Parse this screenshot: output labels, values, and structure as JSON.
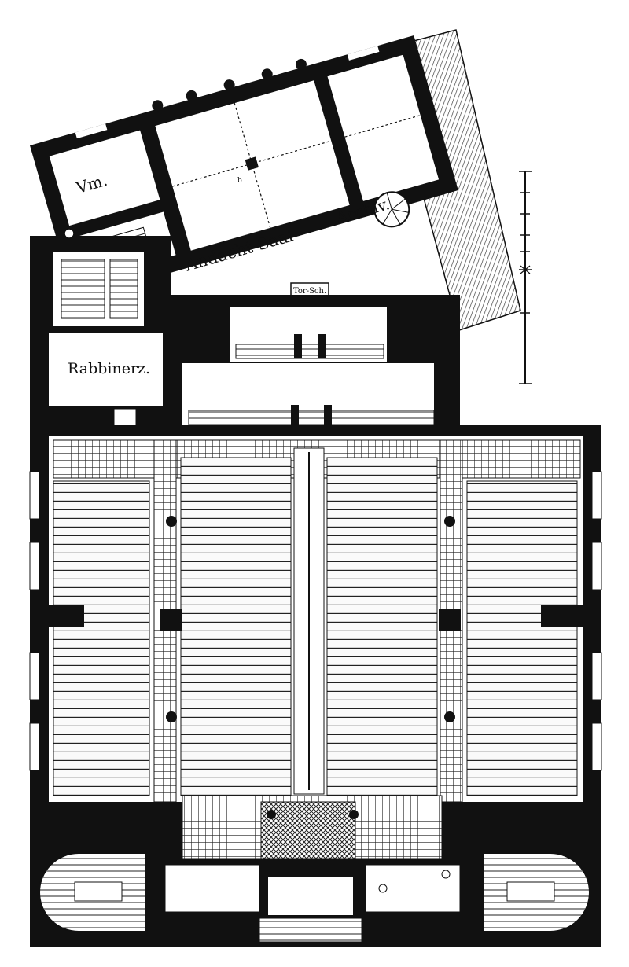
{
  "labels": {
    "vm": "Vm.",
    "andacht_saal": "Andacht-Saal",
    "archiv": "Archiv.",
    "tor_sch": "Tor-Sch.",
    "rabbinerz": "Rabbinerz.",
    "small_b": "b"
  },
  "colors": {
    "ink": "#111111",
    "paper": "#ffffff",
    "pew": "#f2f2f2",
    "hatch": "#555555"
  }
}
